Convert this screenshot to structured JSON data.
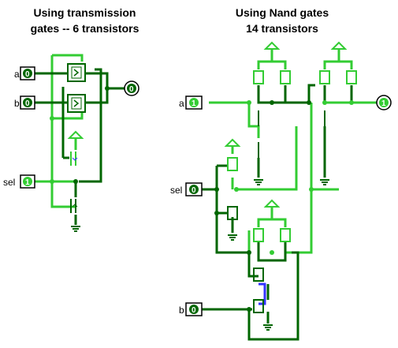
{
  "titles": {
    "left_line1": "Using transmission",
    "left_line2": "gates -- 6 transistors",
    "right_line1": "Using Nand gates",
    "right_line2": "14 transistors"
  },
  "left_circuit": {
    "inputs": [
      {
        "label": "a",
        "value": "0"
      },
      {
        "label": "b",
        "value": "0"
      },
      {
        "label": "sel",
        "value": "1"
      }
    ],
    "output": {
      "value": "0"
    }
  },
  "right_circuit": {
    "inputs": [
      {
        "label": "a",
        "value": "1"
      },
      {
        "label": "sel",
        "value": "0"
      },
      {
        "label": "b",
        "value": "0"
      }
    ],
    "output": {
      "value": "1"
    }
  },
  "colors": {
    "wire_high": "#33cc33",
    "wire_low": "#006600",
    "wire_unknown": "#3333ff",
    "background": "#ffffff"
  }
}
